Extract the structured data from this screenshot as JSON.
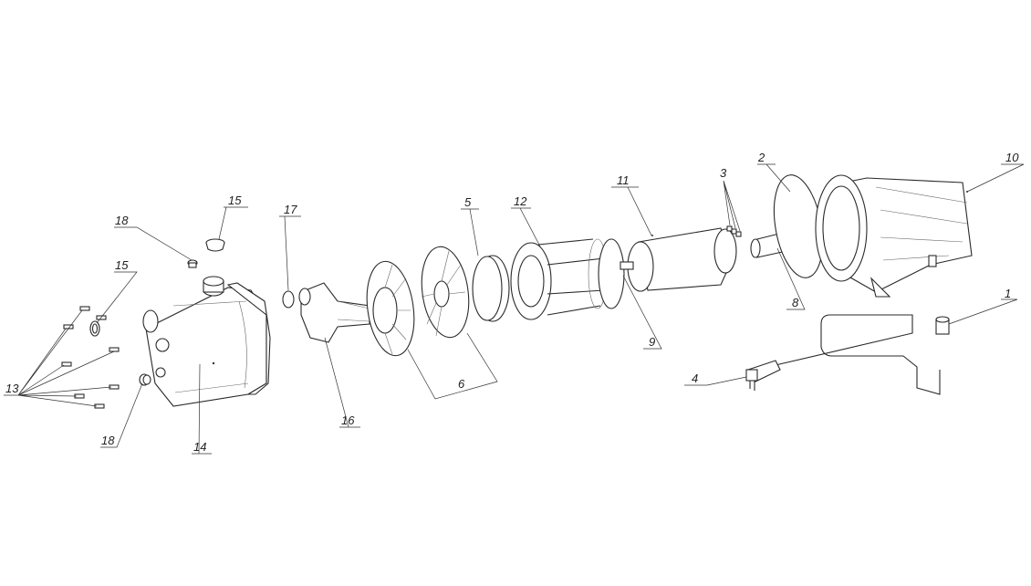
{
  "diagram": {
    "type": "exploded-parts-view",
    "parts": [
      {
        "id": "p1",
        "number": "1"
      },
      {
        "id": "p2",
        "number": "2"
      },
      {
        "id": "p3",
        "number": "3"
      },
      {
        "id": "p4",
        "number": "4"
      },
      {
        "id": "p5",
        "number": "5"
      },
      {
        "id": "p6",
        "number": "6"
      },
      {
        "id": "p8",
        "number": "8"
      },
      {
        "id": "p9",
        "number": "9"
      },
      {
        "id": "p10",
        "number": "10"
      },
      {
        "id": "p11",
        "number": "11"
      },
      {
        "id": "p12",
        "number": "12"
      },
      {
        "id": "p13",
        "number": "13"
      },
      {
        "id": "p14",
        "number": "14"
      },
      {
        "id": "p15a",
        "number": "15"
      },
      {
        "id": "p15b",
        "number": "15"
      },
      {
        "id": "p16",
        "number": "16"
      },
      {
        "id": "p17",
        "number": "17"
      },
      {
        "id": "p18a",
        "number": "18"
      },
      {
        "id": "p18b",
        "number": "18"
      }
    ],
    "colors": {
      "line": "#2a2a2a",
      "background": "#ffffff"
    }
  }
}
